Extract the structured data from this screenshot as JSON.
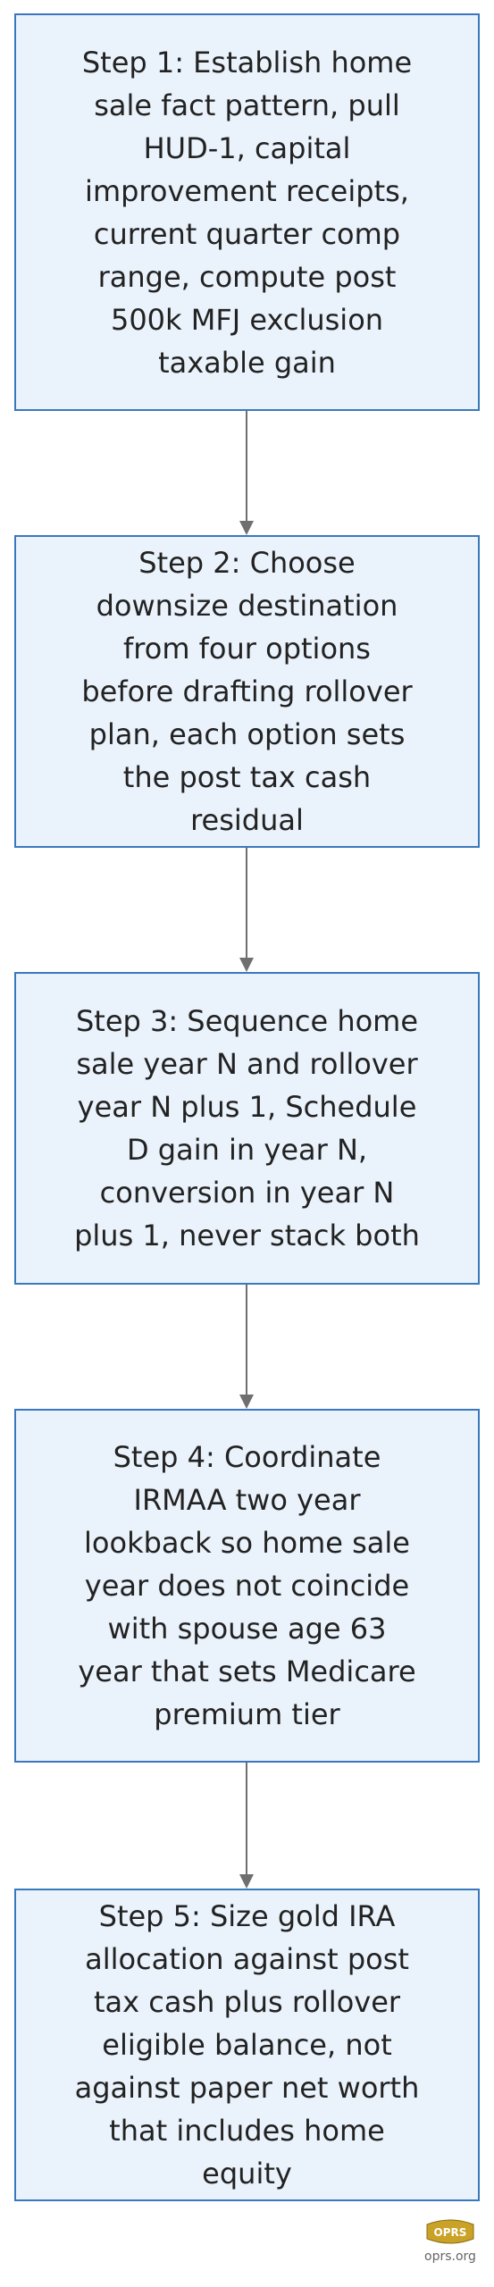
{
  "steps": [
    {
      "text": "Step 1: Establish home sale fact pattern, pull HUD-1, capital improvement receipts, current quarter comp range, compute post 500k MFJ exclusion taxable gain"
    },
    {
      "text": "Step 2: Choose downsize destination from four options before drafting rollover plan, each option sets the post tax cash residual"
    },
    {
      "text": "Step 3: Sequence home sale year N and rollover year N plus 1, Schedule D gain in year N, conversion in year N plus 1, never stack both"
    },
    {
      "text": "Step 4: Coordinate IRMAA two year lookback so home sale year does not coincide with spouse age 63 year that sets Medicare premium tier"
    },
    {
      "text": "Step 5: Size gold IRA allocation against post tax cash plus rollover eligible balance, not against paper net worth that includes home equity"
    }
  ],
  "logo": {
    "mark": "OPRS",
    "url": "oprs.org"
  },
  "colors": {
    "box_fill": "#eaf2fb",
    "box_border": "#3a78be",
    "connector": "#6f6f6f",
    "logo_gold": "#c9a227"
  }
}
